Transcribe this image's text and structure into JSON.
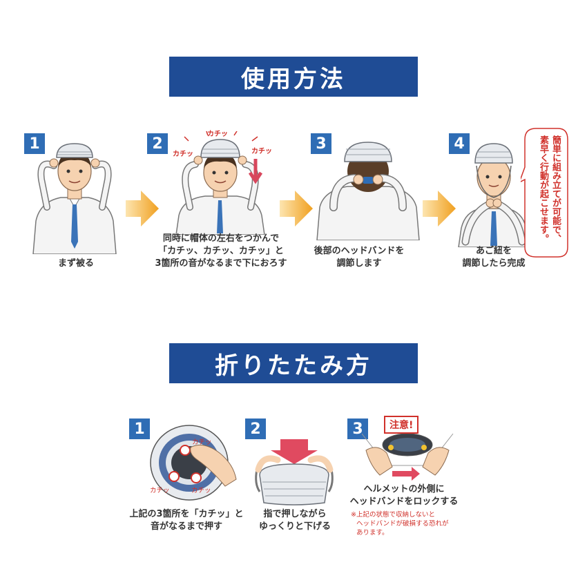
{
  "usage": {
    "title": "使用方法",
    "steps": [
      {
        "num": "1",
        "caption_lines": [
          "まず被る"
        ]
      },
      {
        "num": "2",
        "caption_lines": [
          "同時に帽体の左右をつかんで",
          "「カチッ、カチッ、カチッ」と",
          "3箇所の音がなるまで下におろす"
        ],
        "sfx": [
          "カチッ",
          "カチッ",
          "カチッ"
        ]
      },
      {
        "num": "3",
        "caption_lines": [
          "後部のヘッドバンドを",
          "調節します"
        ]
      },
      {
        "num": "4",
        "caption_lines": [
          "あご紐を",
          "調節したら完成"
        ]
      }
    ],
    "callout_lines": [
      "簡単に組み立てが可能で、",
      "素早く行動が起こせます。"
    ]
  },
  "folding": {
    "title": "折りたたみ方",
    "steps": [
      {
        "num": "1",
        "caption_lines": [
          "上記の3箇所を「カチッ」と",
          "音がなるまで押す"
        ],
        "sfx": [
          "カチッ",
          "カチッ",
          "カチッ"
        ]
      },
      {
        "num": "2",
        "caption_lines": [
          "指で押しながら",
          "ゆっくりと下げる"
        ]
      },
      {
        "num": "3",
        "caption_lines": [
          "ヘルメットの外側に",
          "ヘッドバンドをロックする"
        ],
        "warning": "注意!",
        "note_lines": [
          "※上記の状態で収納しないと",
          "ヘッドバンドが破損する恐れが",
          "あります。"
        ]
      }
    ]
  },
  "colors": {
    "banner": "#1f4c95",
    "step_badge": "#2f6db5",
    "arrow": "#f0a020",
    "alert": "#d0302a"
  }
}
